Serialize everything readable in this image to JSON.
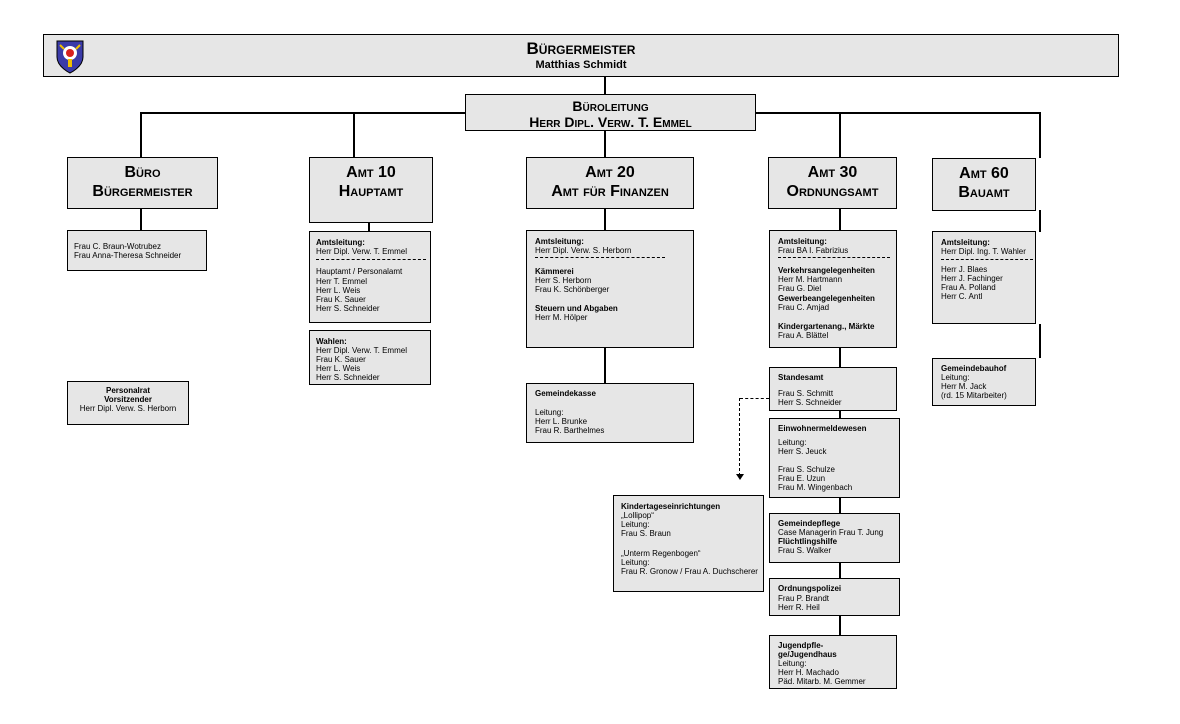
{
  "top": {
    "title": "Bürgermeister",
    "name": "Matthias Schmidt"
  },
  "bueroleitung": {
    "title": "Büroleitung",
    "name": "Herr Dipl. Verw. T. Emmel"
  },
  "departments": {
    "buero": {
      "line1": "Büro",
      "line2": "Bürgermeister"
    },
    "amt10": {
      "line1": "Amt 10",
      "line2": "Hauptamt"
    },
    "amt20": {
      "line1": "Amt 20",
      "line2": "Amt für Finanzen"
    },
    "amt30": {
      "line1": "Amt 30",
      "line2": "Ordnungsamt"
    },
    "amt60": {
      "line1": "Amt 60",
      "line2": "Bauamt"
    }
  },
  "buero_staff": [
    "Frau C. Braun-Wotrubez",
    "Frau Anna-Theresa Schneider"
  ],
  "personalrat": {
    "title": "Personalrat",
    "subtitle": "Vorsitzender",
    "name": "Herr Dipl. Verw. S. Herborn"
  },
  "amt10_box1": {
    "lead_label": "Amtsleitung:",
    "lead_name": "Herr Dipl. Verw. T. Emmel",
    "section": "Hauptamt / Personalamt",
    "staff": [
      "Herr T. Emmel",
      "Herr L. Weis",
      "Frau K. Sauer",
      "Herr S. Schneider"
    ]
  },
  "amt10_box2": {
    "label": "Wahlen:",
    "staff": [
      "Herr Dipl. Verw. T. Emmel",
      "Frau K. Sauer",
      "Herr L. Weis",
      "Herr S. Schneider"
    ]
  },
  "amt20_box1": {
    "lead_label": "Amtsleitung:",
    "lead_name": "Herr Dipl. Verw. S. Herborn",
    "s1": "Kämmerei",
    "s1_staff": [
      "Herr S. Herborn",
      "Frau K. Schönberger"
    ],
    "s2": "Steuern und Abgaben",
    "s2_staff": [
      "Herr M. Hölper"
    ]
  },
  "amt20_box2": {
    "title": "Gemeindekasse",
    "lead_label": "Leitung:",
    "staff": [
      "Herr L. Brunke",
      "Frau R. Barthelmes"
    ]
  },
  "amt30_box1": {
    "lead_label": "Amtsleitung:",
    "lead_name": "Frau BA I. Fabrizius",
    "s1": "Verkehrsangelegenheiten",
    "s1_staff": [
      "Herr M. Hartmann",
      "Frau G. Diel"
    ],
    "s2": "Gewerbeangelegenheiten",
    "s2_staff": [
      "Frau C. Amjad"
    ],
    "s3": "Kindergartenang., Märkte",
    "s3_staff": [
      "Frau A. Blättel"
    ]
  },
  "standesamt": {
    "title": "Standesamt",
    "staff": [
      "Frau S. Schmitt",
      "Herr S. Schneider"
    ]
  },
  "einwohner": {
    "title": "Einwohnermeldewesen",
    "lead_label": "Leitung:",
    "lead": "Herr S. Jeuck",
    "staff": [
      "Frau S. Schulze",
      "Frau E. Uzun",
      "Frau M. Wingenbach"
    ]
  },
  "gemeindepflege": {
    "title": "Gemeindepflege",
    "line": "Case Managerin Frau T. Jung",
    "title2": "Flüchtlingshilfe",
    "line2": "Frau S. Walker"
  },
  "ordnungspolizei": {
    "title": "Ordnungspolizei",
    "staff": [
      "Frau P. Brandt",
      "Herr R. Heil"
    ]
  },
  "jugend": {
    "title1": "Jugendpfle-",
    "title2": "ge/Jugendhaus",
    "lead_label": "Leitung:",
    "staff": [
      "Herr H. Machado",
      "Päd. Mitarb. M. Gemmer"
    ]
  },
  "kita": {
    "title": "Kindertageseinrichtungen",
    "k1": "„Lollipop“",
    "k1_lead": "Leitung:",
    "k1_name": "Frau S. Braun",
    "k2": "„Unterm Regenbogen“",
    "k2_lead": "Leitung:",
    "k2_name": "Frau R. Gronow / Frau A. Duchscherer"
  },
  "amt60_box1": {
    "lead_label": "Amtsleitung:",
    "lead_name": "Herr Dipl. Ing. T. Wahler",
    "staff": [
      "Herr J. Blaes",
      "Herr J. Fachinger",
      "Frau A. Polland",
      "Herr C. Antl"
    ]
  },
  "bauhof": {
    "title": "Gemeindebauhof",
    "lead_label": "Leitung:",
    "lead": "Herr M. Jack",
    "note": "(rd. 15 Mitarbeiter)"
  },
  "colors": {
    "box_fill": "#e6e6e6",
    "line": "#000000"
  },
  "icons": {
    "logo": "municipal-coat-of-arms"
  }
}
